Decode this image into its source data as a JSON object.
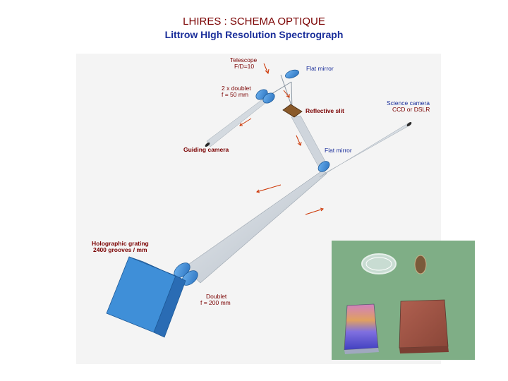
{
  "header": {
    "title": "LHIRES : SCHEMA OPTIQUE",
    "subtitle": "Littrow HIgh Resolution Spectrograph"
  },
  "diagram": {
    "labels": {
      "telescope": [
        "Telescope",
        "F/D=10"
      ],
      "flat_mirror_top": "Flat mirror",
      "doublet_small": [
        "2 x doublet",
        "f = 50 mm"
      ],
      "reflective_slit": "Reflective slit",
      "science_camera": [
        "Science camera",
        "CCD or DSLR"
      ],
      "guiding_camera": "Guiding camera",
      "flat_mirror_mid": "Flat mirror",
      "grating": [
        "Holographic grating",
        "2400 grooves / mm"
      ],
      "doublet_large": [
        "Doublet",
        "f = 200 mm"
      ]
    },
    "colors": {
      "background": "#f4f4f4",
      "beam": "#c9cfd6",
      "optics_blue": "#3f8fd8",
      "slit_brown": "#8a5a2a",
      "arrow_red": "#cc3300",
      "label_red": "#7a0000",
      "label_blue": "#1a2e9a"
    }
  },
  "photo": {
    "colors": {
      "background": "#7fae86",
      "grating_left": "#c080d8",
      "grating_right": "#a85a4a"
    }
  }
}
